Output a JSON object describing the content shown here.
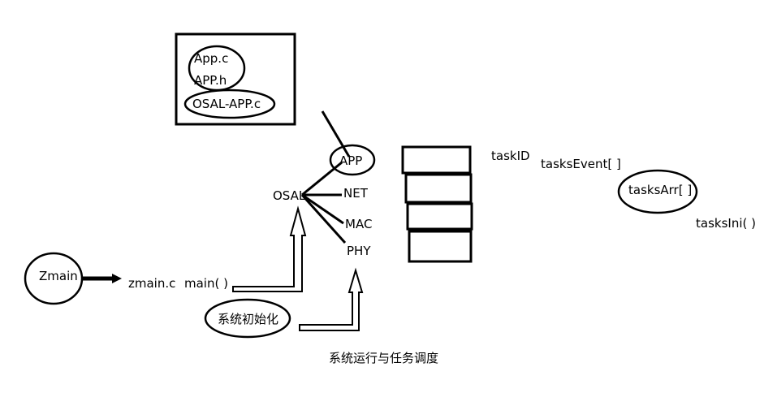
{
  "file_box": {
    "items": [
      "App.c",
      "APP.h",
      "OSAL-APP.c"
    ]
  },
  "osal_branch": {
    "root": "OSAL",
    "layers": [
      "APP",
      "NET",
      "MAC",
      "PHY"
    ]
  },
  "entry": {
    "zmain_label": "Zmain",
    "file_label": "zmain.c",
    "function_label": "main( )",
    "init_label": "系统初始化"
  },
  "task_labels": {
    "task_id": "taskID",
    "tasks_event": "tasksEvent[ ]",
    "tasks_arr": "tasksArr[ ]",
    "tasks_init": "tasksIni( )"
  },
  "caption": "系统运行与任务调度"
}
